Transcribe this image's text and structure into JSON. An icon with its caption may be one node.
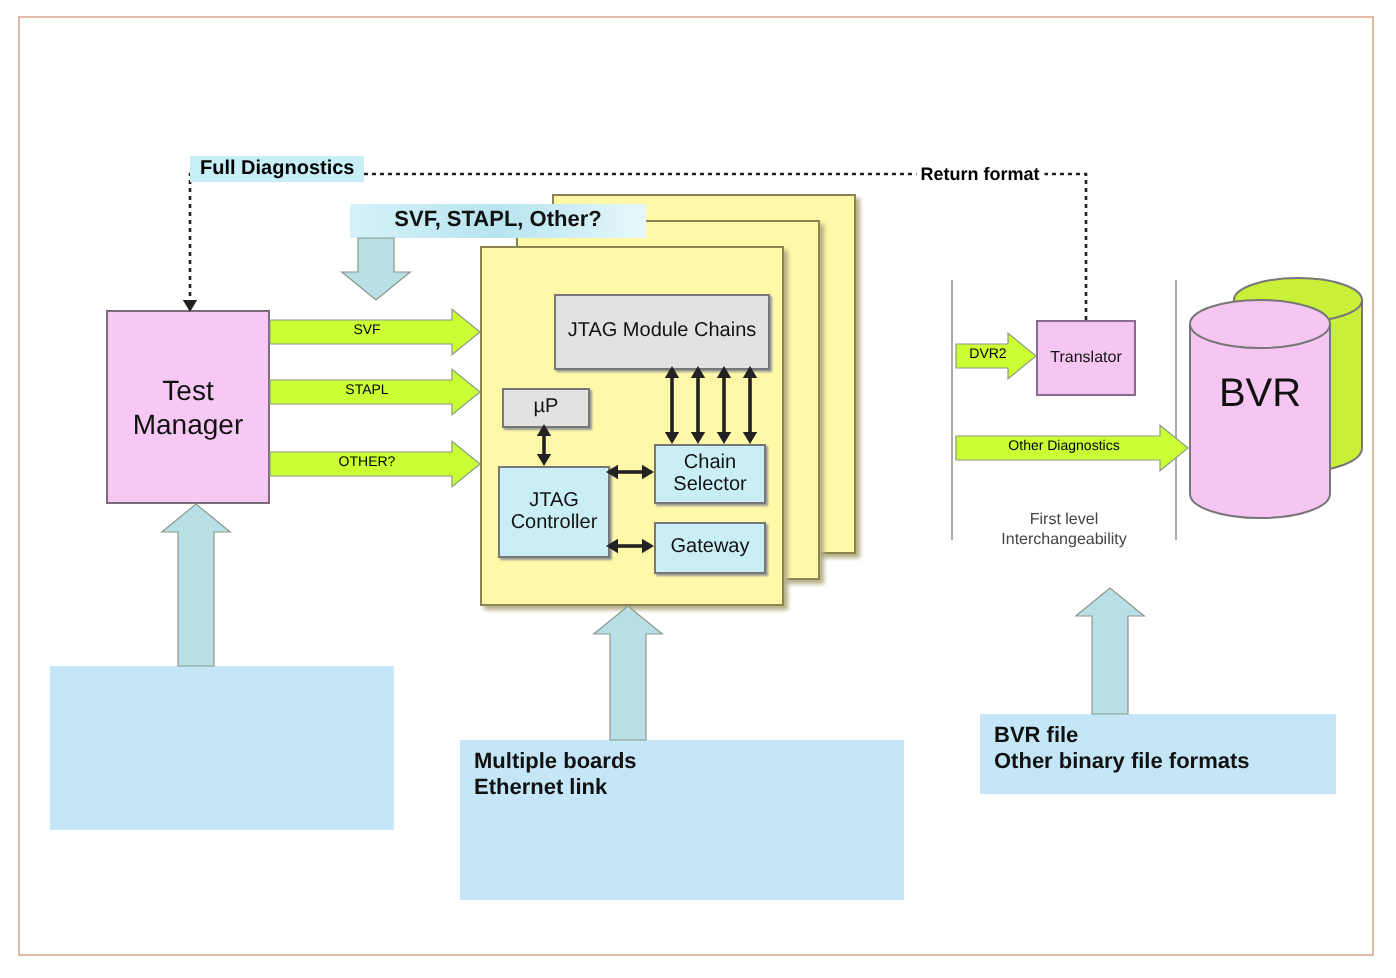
{
  "diagram": {
    "nodes": [
      {
        "text": [
          "Test Manager"
        ]
      },
      {
        "text": [
          "SVF, STAPL, Other?"
        ]
      },
      {
        "text": [],
        "shape": "box"
      },
      {
        "text": [
          "JTAG Module Chains"
        ],
        "in": 2
      },
      {
        "text": [
          "µP"
        ],
        "in": 2
      },
      {
        "text": [
          "Chain Selector"
        ],
        "in": 2
      },
      {
        "text": [
          "JTAG Controller"
        ],
        "in": 2
      },
      {
        "text": [
          "Gateway"
        ],
        "in": 2
      },
      {
        "text": [
          "Translator"
        ]
      },
      {
        "text": [
          "BVR"
        ]
      },
      {
        "text": [],
        "shape": "box"
      },
      {
        "text": [
          "Multiple boards",
          "Ethernet link"
        ]
      },
      {
        "text": [
          "BVR file",
          "Other binary file formats"
        ]
      }
    ],
    "edges": [
      {
        "from": 8,
        "to": 0,
        "arrow": "to",
        "style": "dashed",
        "label": "Return format"
      },
      {
        "from": 1,
        "to": null,
        "arrow": "to",
        "style": "thick",
        "color": "#b9dfe6"
      },
      {
        "from": 0,
        "to": 2,
        "arrow": "to",
        "style": "thick",
        "color": "#ccff33",
        "label": "SVF"
      },
      {
        "from": 0,
        "to": 2,
        "arrow": "to",
        "style": "thick",
        "color": "#ccff33",
        "label": "STAPL"
      },
      {
        "from": 0,
        "to": 2,
        "arrow": "to",
        "style": "thick",
        "color": "#ccff33",
        "label": "OTHER?"
      },
      {
        "from": 4,
        "to": 6,
        "arrow": "both"
      },
      {
        "from": 6,
        "to": 5,
        "arrow": "both"
      },
      {
        "from": 6,
        "to": 7,
        "arrow": "both"
      },
      {
        "from": 5,
        "to": 3,
        "arrow": "both"
      },
      {
        "from": 5,
        "to": 3,
        "arrow": "both"
      },
      {
        "from": 5,
        "to": 3,
        "arrow": "both"
      },
      {
        "from": 5,
        "to": 3,
        "arrow": "both"
      },
      {
        "from": null,
        "to": 8,
        "arrow": "to",
        "style": "thick",
        "color": "#ccff33",
        "label": "DVR2"
      },
      {
        "from": null,
        "to": 9,
        "arrow": "to",
        "style": "thick",
        "color": "#ccff33",
        "label": "Other Diagnostics"
      },
      {
        "from": 10,
        "to": 0,
        "arrow": "to",
        "style": "thick",
        "color": "#b9dfe6"
      },
      {
        "from": 11,
        "to": 2,
        "arrow": "to",
        "style": "thick",
        "color": "#b9dfe6"
      },
      {
        "from": 12,
        "to": null,
        "arrow": "to",
        "style": "thick",
        "color": "#b9dfe6"
      }
    ],
    "labels": [
      "Full Diagnostics",
      "First level Interchangeability"
    ]
  }
}
